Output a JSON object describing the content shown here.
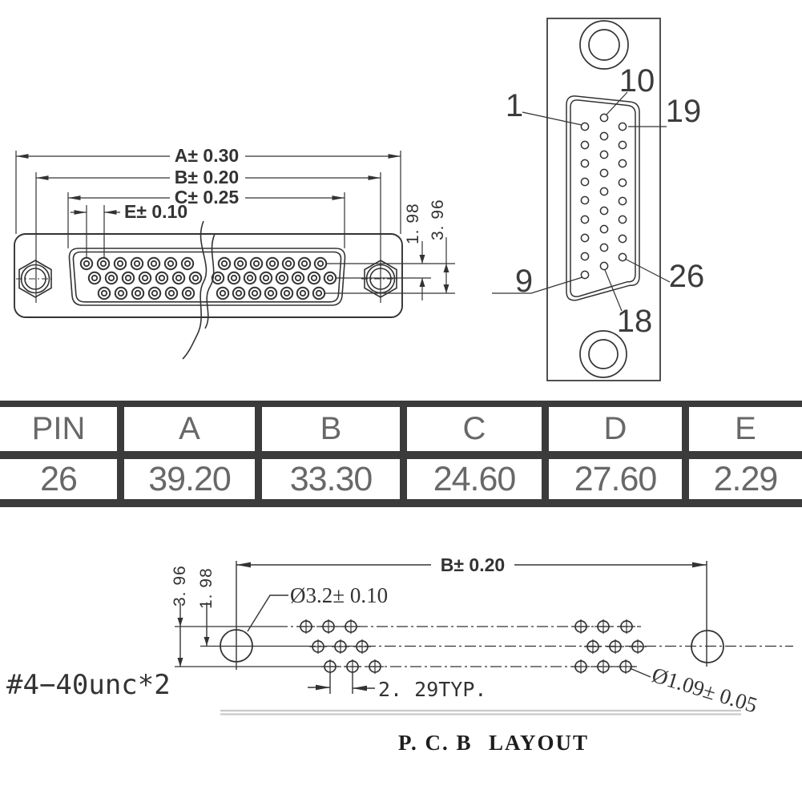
{
  "front_view": {
    "dim_a": "A± 0.30",
    "dim_b": "B± 0.20",
    "dim_c": "C± 0.25",
    "dim_e": "E± 0.10",
    "dim_row_pitch": "1. 98",
    "dim_row_span": "3. 96"
  },
  "face_view": {
    "pin_labels": {
      "p1": "1",
      "p10": "10",
      "p19": "19",
      "p9": "9",
      "p18": "18",
      "p26": "26"
    }
  },
  "table": {
    "headers": [
      "PIN",
      "A",
      "B",
      "C",
      "D",
      "E"
    ],
    "values": [
      "26",
      "39.20",
      "33.30",
      "24.60",
      "27.60",
      "2.29"
    ]
  },
  "pcb_layout": {
    "dim_b": "B± 0.20",
    "dim_row_span": "3. 96",
    "dim_row_pitch": "1. 98",
    "mount_hole_dia": "Ø3.2± 0.10",
    "thread_note": "#4−40unc*2",
    "pin_pitch": "2. 29TYP.",
    "pin_hole_dia": "Ø1.09± 0.05",
    "caption_pcb": "P. C. B",
    "caption_layout": "LAYOUT"
  },
  "colors": {
    "line": "#333333",
    "table_band": "#3b3b3b",
    "table_text": "#686868",
    "pcb_edge": "#c9c9c9"
  }
}
